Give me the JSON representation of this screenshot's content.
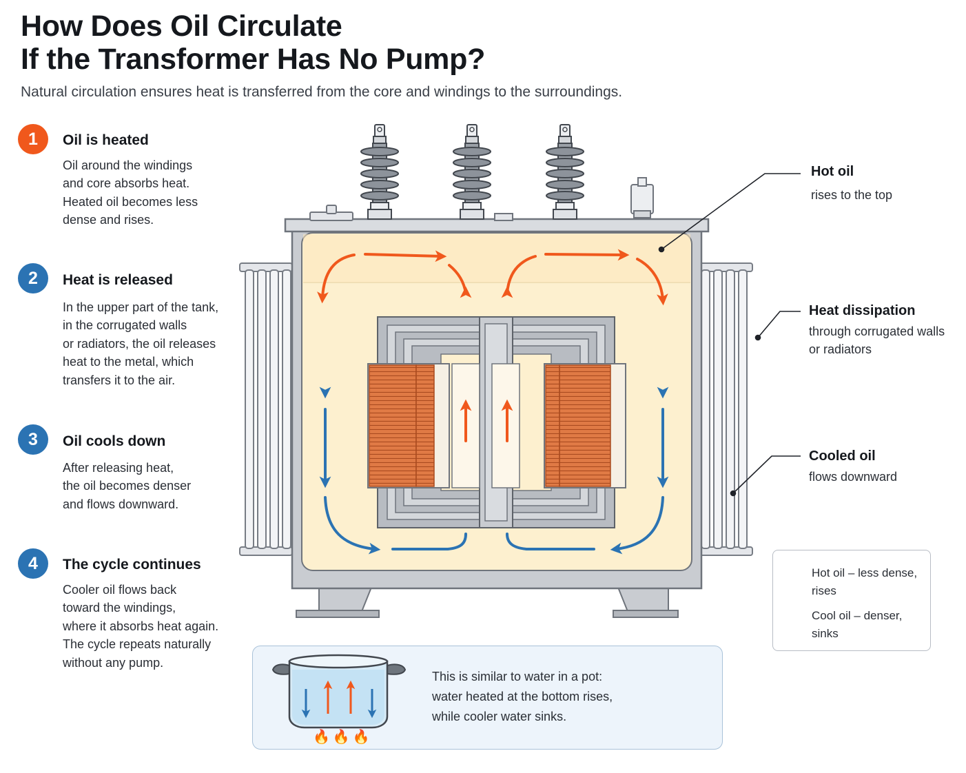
{
  "header": {
    "title_line1": "How Does Oil Circulate",
    "title_line2": "If the Transformer Has No Pump?",
    "subtitle": "Natural circulation ensures heat is transferred from the core and windings to the surroundings."
  },
  "steps": [
    {
      "number": "1",
      "title": "Oil is heated",
      "text": "Oil around the windings\nand core absorbs heat.\nHeated oil becomes less\ndense and rises."
    },
    {
      "number": "2",
      "title": "Heat is released",
      "text": "In the upper part of the tank,\nin the corrugated walls\nor radiators, the oil releases\nheat to the metal, which\ntransfers it to the air."
    },
    {
      "number": "3",
      "title": "Oil cools down",
      "text": "After releasing heat,\nthe oil becomes denser\nand flows downward."
    },
    {
      "number": "4",
      "title": "The cycle continues",
      "text": "Cooler oil flows back\ntoward the windings,\nwhere it absorbs heat again.\nThe cycle repeats naturally\nwithout any pump."
    }
  ],
  "callouts": {
    "hot_oil": {
      "title": "Hot oil",
      "text": "rises to the top"
    },
    "heat_dissipation": {
      "title": "Heat dissipation",
      "text": "through corrugated walls\nor radiators"
    },
    "cooled_oil": {
      "title": "Cooled oil",
      "text": "flows downward"
    }
  },
  "legend": {
    "hot": "Hot oil – less dense,\nrises",
    "cool": "Cool oil – denser,\nsinks"
  },
  "pot_analogy": {
    "text": "This is similar to water in a pot:\nwater heated at the bottom rises,\nwhile cooler water sinks."
  },
  "colors": {
    "hot": "#f0581c",
    "cool": "#2b73b3",
    "oil": "#fdf0cf",
    "copper": "#e07a45",
    "tank": "#c9ccd1"
  },
  "icons": {
    "flame": "flame-icon",
    "hot_arrow": "arrow-up-icon",
    "cool_arrow": "arrow-down-icon"
  }
}
